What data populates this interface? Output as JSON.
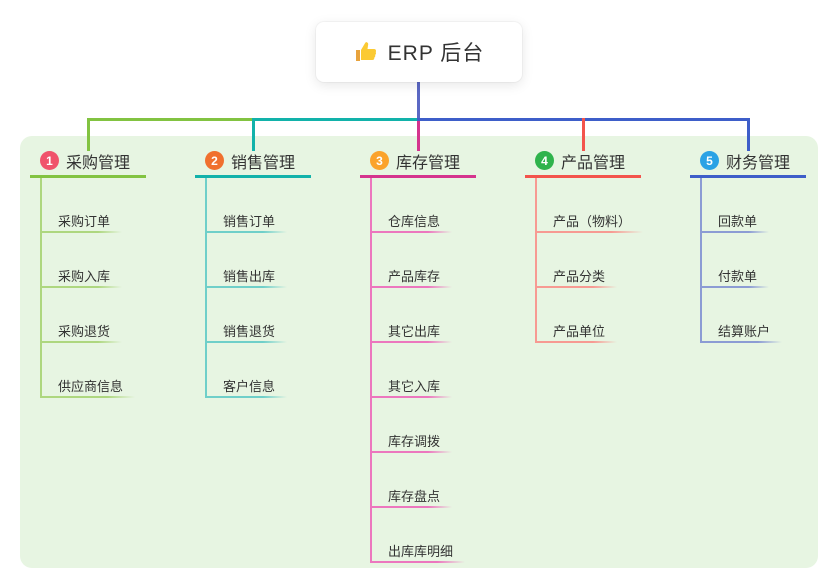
{
  "root": {
    "label": "ERP 后台",
    "icon": "thumbs-up-icon",
    "icon_color": "#fbc531"
  },
  "connector": {
    "stem_color": "#5b68c4"
  },
  "colors": {
    "panel_background": "#e7f5e2",
    "text": "#333333"
  },
  "branches": [
    {
      "number": "1",
      "label": "采购管理",
      "color": "#82c341",
      "light_color": "#aed77f",
      "badge_color": "#f0536b",
      "children": [
        "采购订单",
        "采购入库",
        "采购退货",
        "供应商信息"
      ]
    },
    {
      "number": "2",
      "label": "销售管理",
      "color": "#12b2aa",
      "light_color": "#6fcfc9",
      "badge_color": "#f0702e",
      "children": [
        "销售订单",
        "销售出库",
        "销售退货",
        "客户信息"
      ]
    },
    {
      "number": "3",
      "label": "库存管理",
      "color": "#d5348e",
      "light_color": "#ec77be",
      "badge_color": "#fba32b",
      "children": [
        "仓库信息",
        "产品库存",
        "其它出库",
        "其它入库",
        "库存调拨",
        "库存盘点",
        "出库库明细"
      ]
    },
    {
      "number": "4",
      "label": "产品管理",
      "color": "#f3544c",
      "light_color": "#f79a92",
      "badge_color": "#2fb34c",
      "children": [
        "产品（物料）",
        "产品分类",
        "产品单位"
      ]
    },
    {
      "number": "5",
      "label": "财务管理",
      "color": "#3e5ec9",
      "light_color": "#8c9cd4",
      "badge_color": "#2aa2e5",
      "children": [
        "回款单",
        "付款单",
        "结算账户"
      ]
    }
  ]
}
